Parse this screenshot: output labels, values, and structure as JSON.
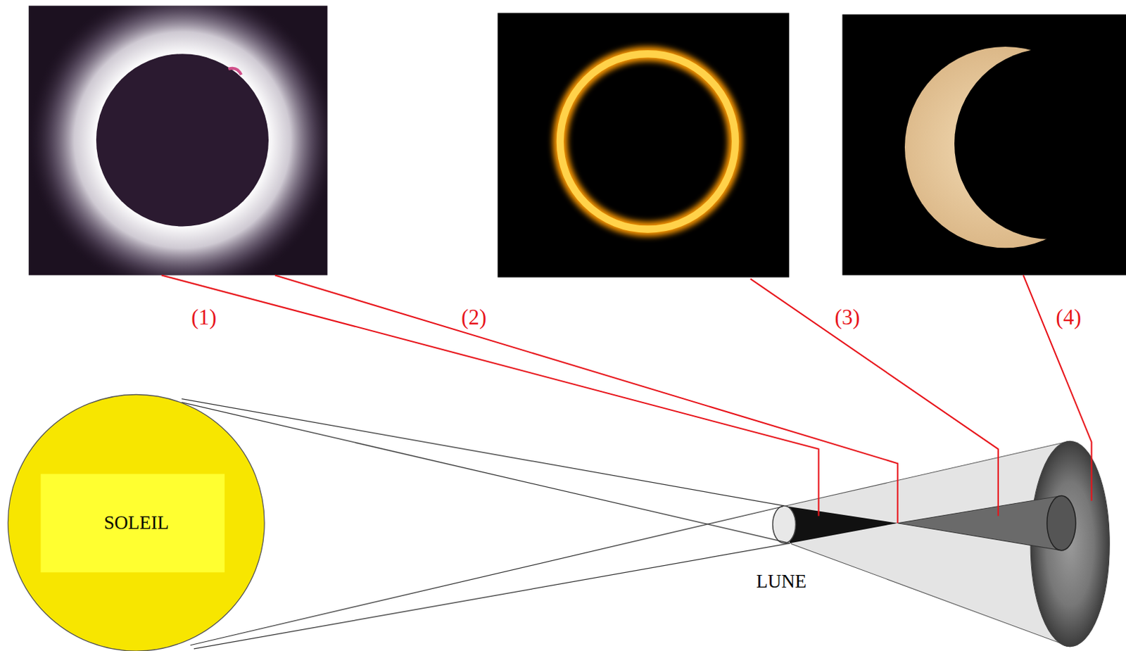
{
  "diagram": {
    "nodes": [
      {
        "text": [
          "SOLEIL"
        ]
      },
      {
        "text": [
          "LUNE"
        ]
      }
    ],
    "labels": [
      "(1)",
      "(2)",
      "(3)",
      "(4)"
    ]
  }
}
